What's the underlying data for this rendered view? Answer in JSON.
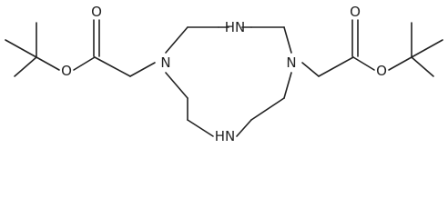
{
  "molecule": {
    "atom_labels": {
      "n_left": "N",
      "n_right": "N",
      "nh_top": "HN",
      "nh_bottom": "HN",
      "o_ester_left": "O",
      "o_carbonyl_left": "O",
      "o_ester_right": "O",
      "o_carbonyl_right": "O"
    }
  },
  "colors": {
    "bond": "#222222",
    "label": "#222222",
    "background": "#ffffff"
  }
}
